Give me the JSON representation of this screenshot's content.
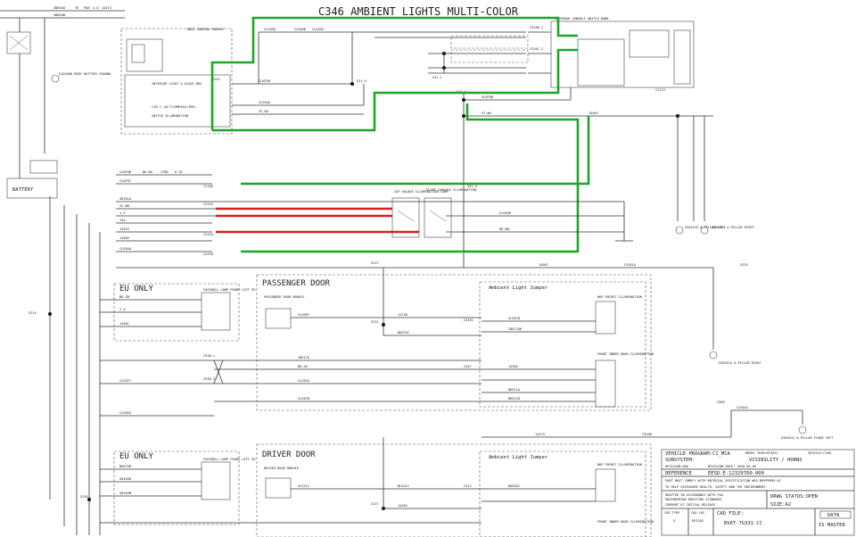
{
  "diagram": {
    "title": "C346 AMBIENT LIGHTS MULTI-COLOR",
    "sections": {
      "passenger_door": "PASSENGER DOOR",
      "driver_door": "DRIVER DOOR",
      "ambient_jumper_1": "Ambient Light Jumper",
      "ambient_jumper_2": "Ambient Light Jumper",
      "eu_only_1": "EU ONLY",
      "eu_only_2": "EU ONLY"
    },
    "components": {
      "body_control_module": "BODY CONTROL MODULE",
      "interior_light_glove_box": "INTERIOR LIGHT & GLOVE BOX",
      "lin_switch": "LIN 1 (ALT/COMPASS/IRR)",
      "switch_illumination": "SWITCH ILLUMINATION",
      "battery": "BATTERY",
      "overhead_console": "OVERHEAD CONSOLE SWITCH BANK",
      "cup_holder": "CUP HOLDER ILLUMINATION LAMP",
      "floor_console": "FLOOR CONSOLE ILLUMINATION",
      "footwell_lamp_1": "FOOTWELL LAMP FRONT LEFT EU",
      "footwell_lamp_2": "FOOTWELL LAMP FRONT LEFT EU",
      "passenger_door_module": "PASSENGER DOOR MODULE",
      "driver_door_module": "DRIVER DOOR MODULE",
      "map_pocket_1": "MAP POCKET ILLUMINATION",
      "front_inner_door": "FRONT INNER DOOR ILLUMINATION",
      "map_pocket_2": "MAP POCKET ILLUMINATION",
      "front_inner_door_2": "FRONT INNER DOOR ILLUMINATION",
      "ground_1": "G101006 BODY BATTERY GROUND",
      "ground_2": "G301019 A-PILLAR LEFT",
      "ground_3": "G301022 A-PILLAR RIGHT",
      "ground_4": "G301014 A-PILLAR RIGHT",
      "ground_5": "G301012 A-PILLAR FLOOR LEFT"
    },
    "wire_labels": [
      "GN818A",
      "GN818B",
      "YE",
      "PAN",
      "4.0",
      "14473",
      "CLN79B",
      "BK-WH",
      "2TBD",
      "0.35",
      "14401",
      "CLN79C",
      "CLN79D",
      "CLE05A",
      "CLE05D",
      "CLE05B",
      "CLE05E",
      "GY-RD",
      "15AVS",
      "0.35",
      "VLN70B",
      "VT-WH",
      "GD101A",
      "GY-BN",
      "1.5",
      "13A",
      "CLN18A",
      "BU-WH",
      "14533",
      "CLE05C",
      "14605",
      "CLE04A",
      "CLE04B",
      "RD-BN",
      "14007",
      "CLE04C",
      "GD101N",
      "BK-GN",
      "2.5",
      "14401",
      "CLE05F",
      "CLE07A",
      "CLE07B",
      "CLE07C",
      "14138",
      "BUE25C",
      "BUE25B",
      "GD104B",
      "GD104M",
      "CLE05G",
      "14473",
      "VLE07A",
      "VLE07B",
      "CBE17AR",
      "CBE17A",
      "BK-OG",
      "14484",
      "BKE21A",
      "BKE21B",
      "VLE21C",
      "BLE21C",
      "14484",
      "VLE04B",
      "BUE04C"
    ],
    "splices": [
      "S31-9",
      "S31-1",
      "S31-2",
      "S31-3",
      "S214",
      "S216",
      "S217",
      "S221",
      "S225",
      "S227",
      "S309"
    ],
    "connectors": [
      "C2113",
      "C253",
      "C3160-1",
      "C3161-2",
      "C2158",
      "C2244",
      "C2410",
      "C2418",
      "C2451",
      "C538-1",
      "C538-2",
      "C547",
      "C3161A",
      "C3208",
      "C312"
    ],
    "title_block": {
      "vehicle_program": "VEHICLE PROGRAM:C1_MCA",
      "model_year": "MODEL YEAR:MY2011",
      "vehicle": "VEHICLE:C346",
      "subsystem": "SUBSYSTEM:",
      "visibility": "VISIBILITY / HORNS",
      "revision_label": "REVISION:006",
      "revision_date": "REVISION DATE: 2010-05-05",
      "reference": "REFERENCE",
      "reference_value": "EESD-E-12329760-000",
      "spec_line_1": "PART MUST COMPLY WITH MATERIAL SPECIFICATION WSS-M99P9999-A1",
      "spec_line_2": "TO HELP SAFEGUARD HEALTH, SAFETY AND THE ENVIRONMENT.",
      "drafted_1": "DRAFTED IN ACCORDANCE WITH F&G",
      "drafted_2": "ENGINEERING DRAFTING STANDARD",
      "drafted_3": "CURRENT AT INITIAL RELEASE",
      "drwg_status": "DRWG STATUS:OPEN",
      "size": "SIZE:A2",
      "cad_type_label": "CAD TYPE",
      "cad_type_value": "5",
      "cad_loc_label": "CAD LOC.",
      "cad_loc_value": "EES202",
      "cad_file_label": "CAD FILE:",
      "cad_file_value": "BV6T-7G331-CC",
      "data_label": "DATA",
      "master_label": "IS MASTER"
    }
  }
}
